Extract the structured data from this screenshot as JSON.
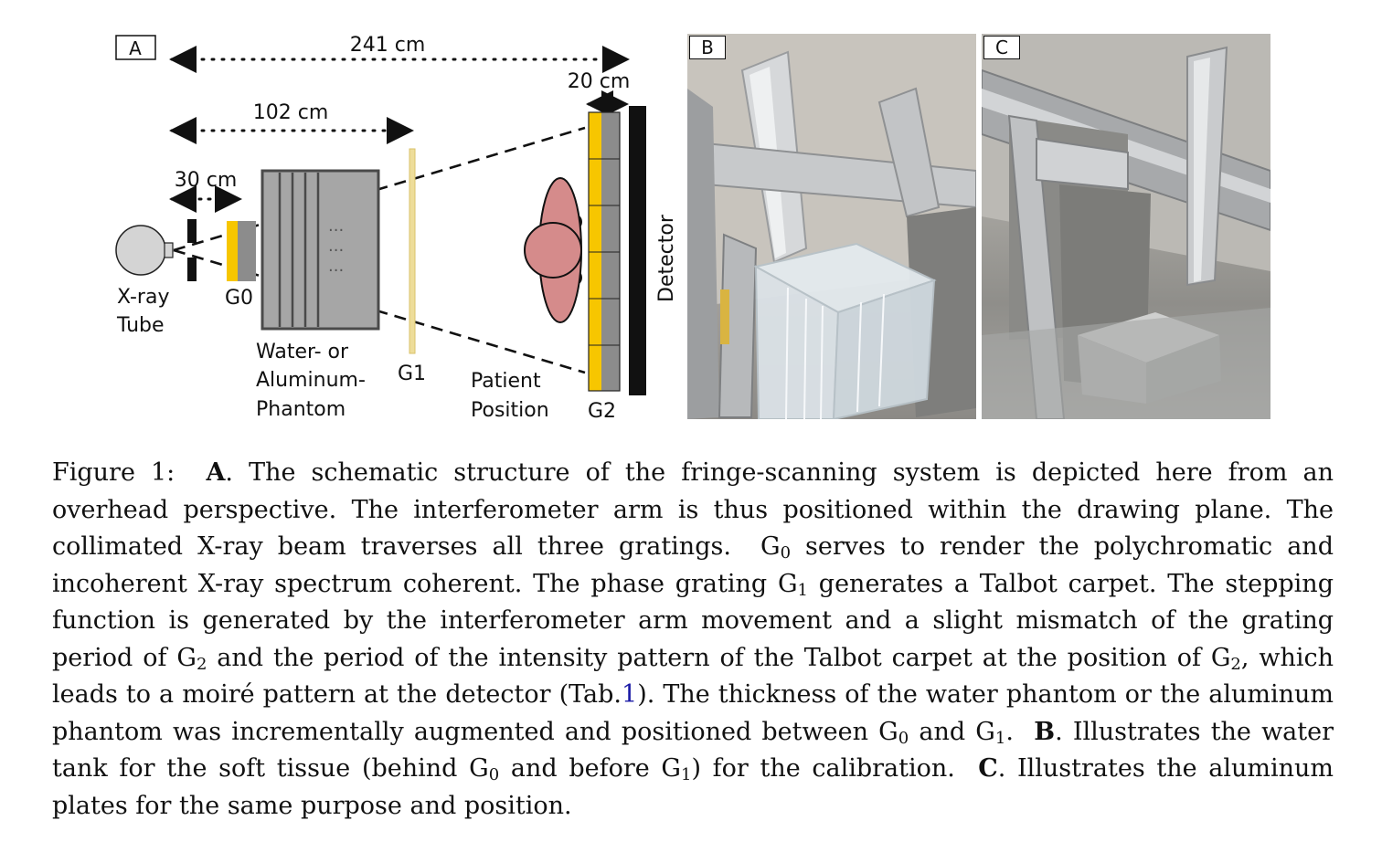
{
  "panel_a": {
    "label": "A",
    "dim_total": "241 cm",
    "dim_g1": "102 cm",
    "dim_g0": "30 cm",
    "dim_g2": "20 cm",
    "xray_tube_line1": "X-ray",
    "xray_tube_line2": "Tube",
    "g0": "G0",
    "phantom_line1": "Water- or",
    "phantom_line2": "Aluminum-",
    "phantom_line3": "Phantom",
    "phantom_dots": "...",
    "g1": "G1",
    "patient_line1": "Patient",
    "patient_line2": "Position",
    "g2": "G2",
    "detector": "Detector"
  },
  "panel_b": {
    "label": "B"
  },
  "panel_c": {
    "label": "C"
  },
  "caption": {
    "fig_label": "Figure 1:",
    "a_label": "A",
    "t1": ". The schematic structure of the fringe-scanning system is depicted here from an overhead perspective. The interferometer arm is thus positioned within the drawing plane. The collimated X-ray beam traverses all three gratings.",
    "g": "G",
    "s0": "0",
    "s1": "1",
    "s2": "2",
    "t2": "serves to render the polychromatic and incoherent X-ray spectrum coherent. The phase grating",
    "t3": "generates a Talbot carpet. The stepping function is generated by the interferometer arm movement and a slight mismatch of the grating period of",
    "t4": "and the period of the intensity pattern of the Talbot carpet at the position of",
    "t5": ", which leads to a moiré pattern at the detector (Tab.",
    "tab_ref": "1",
    "t6": "). The thickness of the water phantom or the aluminum phantom was incrementally augmented and positioned between",
    "and": "and",
    "dot": ".",
    "b_label": "B",
    "t7": ". Illustrates the water tank for the soft tissue (behind",
    "t8": "and before",
    "t9": ") for the calibration.",
    "c_label": "C",
    "t10": ". Illustrates the aluminum plates for the same purpose and position."
  },
  "colors": {
    "grating_yellow": "#f7c600",
    "grating_gray": "#8c8c8c",
    "phantom_gray": "#a6a6a6",
    "patient_pink": "#d58b8b",
    "g1_pale": "#eedd9a",
    "ref_blue": "#1a1aa6"
  }
}
